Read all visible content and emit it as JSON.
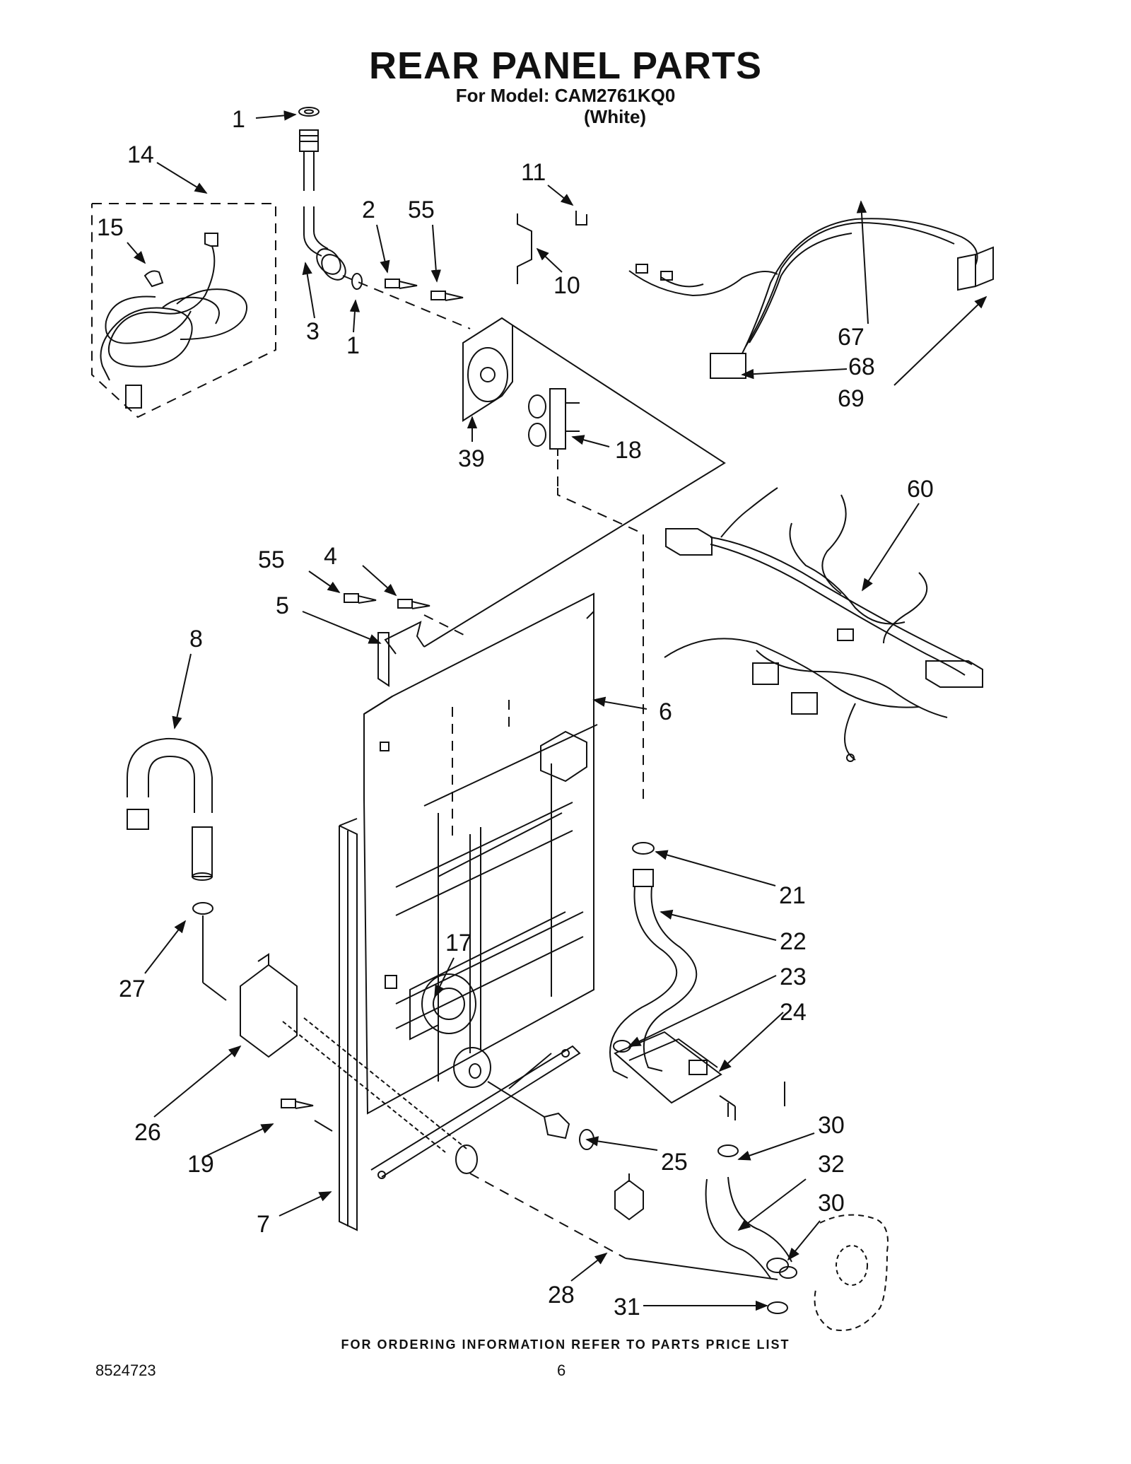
{
  "header": {
    "title": "REAR PANEL PARTS",
    "model_line": "For Model: CAM2761KQ0",
    "color_line": "(White)"
  },
  "callouts": [
    "1",
    "14",
    "15",
    "3",
    "1",
    "2",
    "55",
    "11",
    "10",
    "67",
    "68",
    "69",
    "39",
    "18",
    "60",
    "55",
    "4",
    "5",
    "8",
    "6",
    "21",
    "22",
    "17",
    "23",
    "24",
    "27",
    "26",
    "19",
    "30",
    "32",
    "30",
    "25",
    "7",
    "28",
    "31"
  ],
  "footer": {
    "note": "FOR ORDERING INFORMATION REFER TO PARTS PRICE LIST",
    "doc_number": "8524723",
    "page_number": "6"
  }
}
